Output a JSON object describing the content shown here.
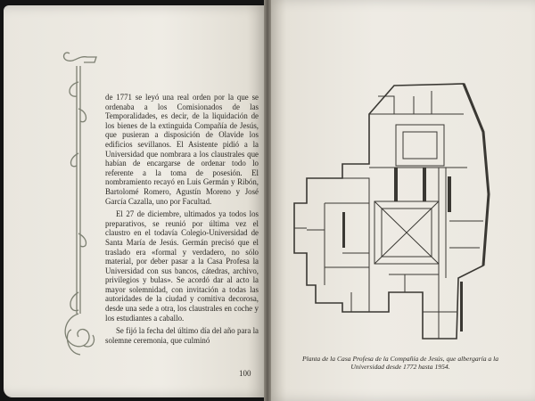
{
  "left_page": {
    "paragraphs": [
      "de 1771 se leyó una real orden por la que se ordenaba a los Comisionados de las Temporalidades, es decir, de la liquidación de los bienes de la extinguida Compañía de Jesús, que pusieran a disposición de Olavide los edificios sevillanos. El Asistente pidió a la Universidad que nombrara a los claustrales que habían de encargarse de ordenar todo lo referente a la toma de posesión. El nombramiento recayó en Luis Germán y Ribón, Bartolomé Romero, Agustín Moreno y José García Cazalla, uno por Facultad.",
      "El 27 de diciembre, ultimados ya todos los preparativos, se reunió por última vez el claustro en el todavía Colegio-Universidad de Santa María de Jesús. Germán precisó que el traslado era «formal y verdadero, no sólo material, por deber pasar a la Casa Profesa la Universidad con sus bancos, cátedras, archivo, privilegios y bulas». Se acordó dar al acto la mayor solemnidad, con invitación a todas las autoridades de la ciudad y comitiva decorosa, desde una sede a otra, los claustrales en coche y los estudiantes a caballo.",
      "Se fijó la fecha del último día del año para la solemne ceremonia, que culminó"
    ],
    "page_number": "100"
  },
  "right_page": {
    "caption": "Planta de la Casa Profesa de la Compañía de Jesús, que albergaría a la Universidad desde 1772 hasta 1954."
  }
}
